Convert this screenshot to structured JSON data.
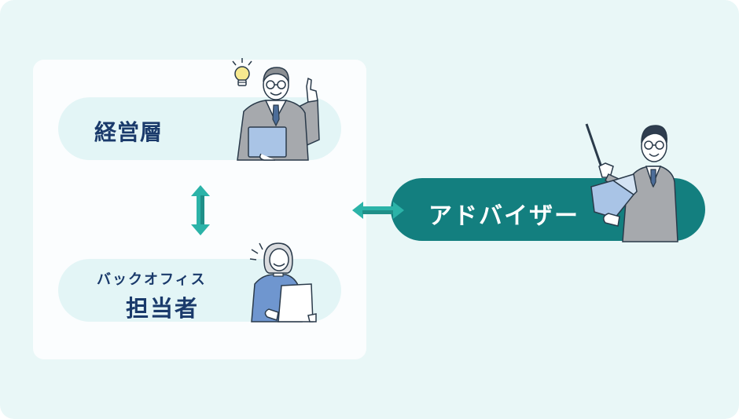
{
  "diagram": {
    "executive_label": "経営層",
    "back_office_label_line1": "バックオフィス",
    "back_office_label_line2": "担当者",
    "advisor_label": "アドバイザー"
  },
  "colors": {
    "background": "#e9f7f7",
    "panel": "#fbfdfe",
    "pill_light": "#e3f5f6",
    "pill_advisor": "#137f7f",
    "arrow": "#2bb3a8",
    "text_navy": "#1a3a6b"
  },
  "icons": [
    "lightbulb-icon",
    "executive-illustration",
    "staff-woman-illustration",
    "advisor-illustration",
    "vertical-double-arrow-icon",
    "horizontal-double-arrow-icon"
  ]
}
